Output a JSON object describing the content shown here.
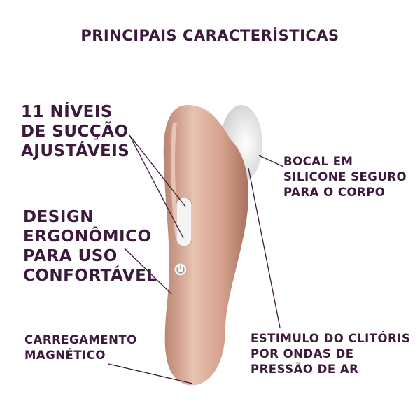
{
  "title": "PRINCIPAIS CARACTERÍSTICAS",
  "features": {
    "suction": [
      "11 NÍVEIS",
      "DE SUCÇÃO",
      "AJUSTÁVEIS"
    ],
    "design": [
      "DESIGN",
      "ERGONÔMICO",
      "PARA USO",
      "CONFORTÁVEL"
    ],
    "charging": [
      "CARREGAMENTO",
      "MAGNÉTICO"
    ],
    "nozzle": [
      "BOCAL EM",
      "SILICONE SEGURO",
      "PARA O CORPO"
    ],
    "stimulation": [
      "ESTIMULO DO CLITÓRIS",
      "POR ONDAS DE",
      "PRESSÃO DE AR"
    ]
  },
  "colors": {
    "text": "#3b1a3c",
    "body": "#d9a994",
    "silicone": "#f2f2f2"
  }
}
